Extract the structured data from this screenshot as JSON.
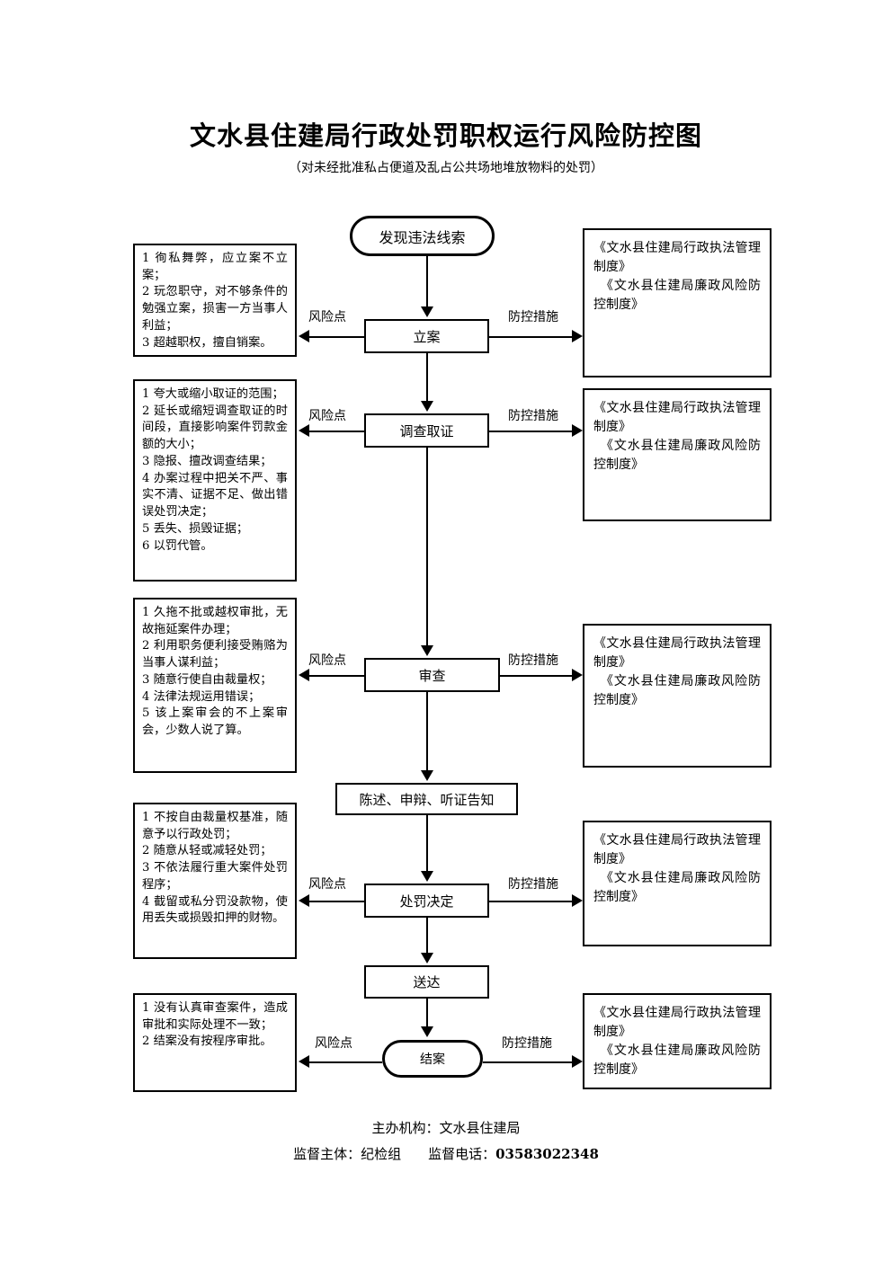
{
  "header": {
    "title": "文水县住建局行政处罚职权运行风险防控图",
    "subtitle": "（对未经批准私占便道及乱占公共场地堆放物料的处罚）"
  },
  "edge_labels": {
    "risk": "风险点",
    "measure": "防控措施"
  },
  "flow_nodes": [
    {
      "id": "discover",
      "label": "发现违法线索",
      "shape": "stadium"
    },
    {
      "id": "filing",
      "label": "立案",
      "shape": "rect"
    },
    {
      "id": "investigate",
      "label": "调查取证",
      "shape": "rect"
    },
    {
      "id": "review",
      "label": "审查",
      "shape": "rect"
    },
    {
      "id": "notify",
      "label": "陈述、申辩、听证告知",
      "shape": "rect"
    },
    {
      "id": "decision",
      "label": "处罚决定",
      "shape": "rect"
    },
    {
      "id": "deliver",
      "label": "送达",
      "shape": "rect"
    },
    {
      "id": "close",
      "label": "结案",
      "shape": "stadium"
    }
  ],
  "risk_boxes": [
    {
      "for_node": "filing",
      "text": "1 徇私舞弊，应立案不立案；\n2 玩忽职守，对不够条件的勉强立案，损害一方当事人利益；\n3 超越职权，擅自销案。"
    },
    {
      "for_node": "investigate",
      "text": "1 夸大或缩小取证的范围；\n2 延长或缩短调查取证的时间段，直接影响案件罚款金额的大小；\n3 隐报、擅改调查结果；\n4 办案过程中把关不严、事实不清、证据不足、做出错误处罚决定；\n5 丢失、损毁证据；\n6 以罚代管。"
    },
    {
      "for_node": "review",
      "text": "1 久拖不批或越权审批，无故拖延案件办理；\n2 利用职务便利接受贿赂为当事人谋利益；\n3 随意行使自由裁量权；\n4 法律法规运用错误；\n5 该上案审会的不上案审会，少数人说了算。"
    },
    {
      "for_node": "decision",
      "text": "1 不按自由裁量权基准，随意予以行政处罚；\n2 随意从轻或减轻处罚；\n3 不依法履行重大案件处罚程序；\n4 截留或私分罚没款物，使用丢失或损毁扣押的财物。"
    },
    {
      "for_node": "close",
      "text": "1 没有认真审查案件，造成审批和实际处理不一致；\n2 结案没有按程序审批。"
    }
  ],
  "measure_boxes": [
    {
      "for_node": "filing",
      "text": "《文水县住建局行政执法管理制度》\n　《文水县住建局廉政风险防控制度》"
    },
    {
      "for_node": "investigate",
      "text": "《文水县住建局行政执法管理制度》\n　《文水县住建局廉政风险防控制度》"
    },
    {
      "for_node": "review",
      "text": "《文水县住建局行政执法管理制度》\n　《文水县住建局廉政风险防控制度》"
    },
    {
      "for_node": "decision",
      "text": "《文水县住建局行政执法管理制度》\n　《文水县住建局廉政风险防控制度》"
    },
    {
      "for_node": "close",
      "text": "《文水县住建局行政执法管理制度》\n　《文水县住建局廉政风险防控制度》"
    }
  ],
  "footer": {
    "organizer": "主办机构：文水县住建局",
    "supervisor": "监督主体：纪检组　　监督电话：",
    "phone": "03583022348"
  }
}
